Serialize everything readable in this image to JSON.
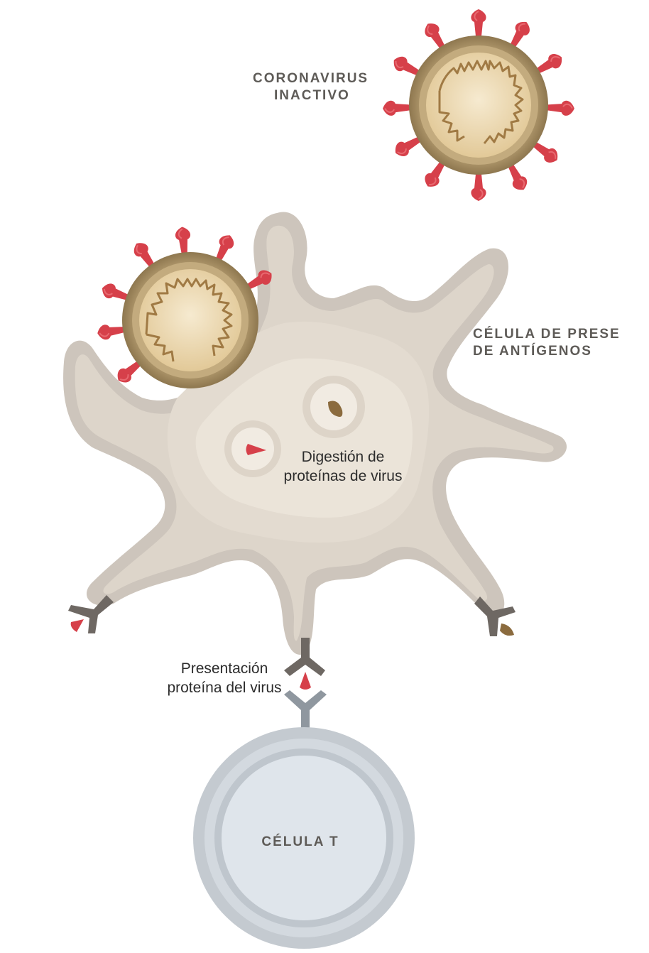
{
  "labels": {
    "coronavirus": [
      "CORONAVIRUS",
      "INACTIVO"
    ],
    "apc": [
      "CÉLULA DE PRESE",
      "DE ANTÍGENOS"
    ],
    "digestion": [
      "Digestión de",
      "proteínas de virus"
    ],
    "presentation": [
      "Presentación",
      "proteína del virus"
    ],
    "tcell": "CÉLULA T"
  },
  "colors": {
    "spike": "#d6404a",
    "virus_shell": "#a8926a",
    "virus_core": "#eedbb4",
    "rna": "#a07a44",
    "cell_outer": "#cdc5bc",
    "cell_mid": "#ddd5ca",
    "cell_inner": "#e8e1d6",
    "receptor": "#6e6863",
    "brown_fragment": "#8b6b3e",
    "tcell_outer": "#c9ced4",
    "tcell_inner": "#dfe5eb",
    "tcell_receptor": "#8f979f"
  }
}
